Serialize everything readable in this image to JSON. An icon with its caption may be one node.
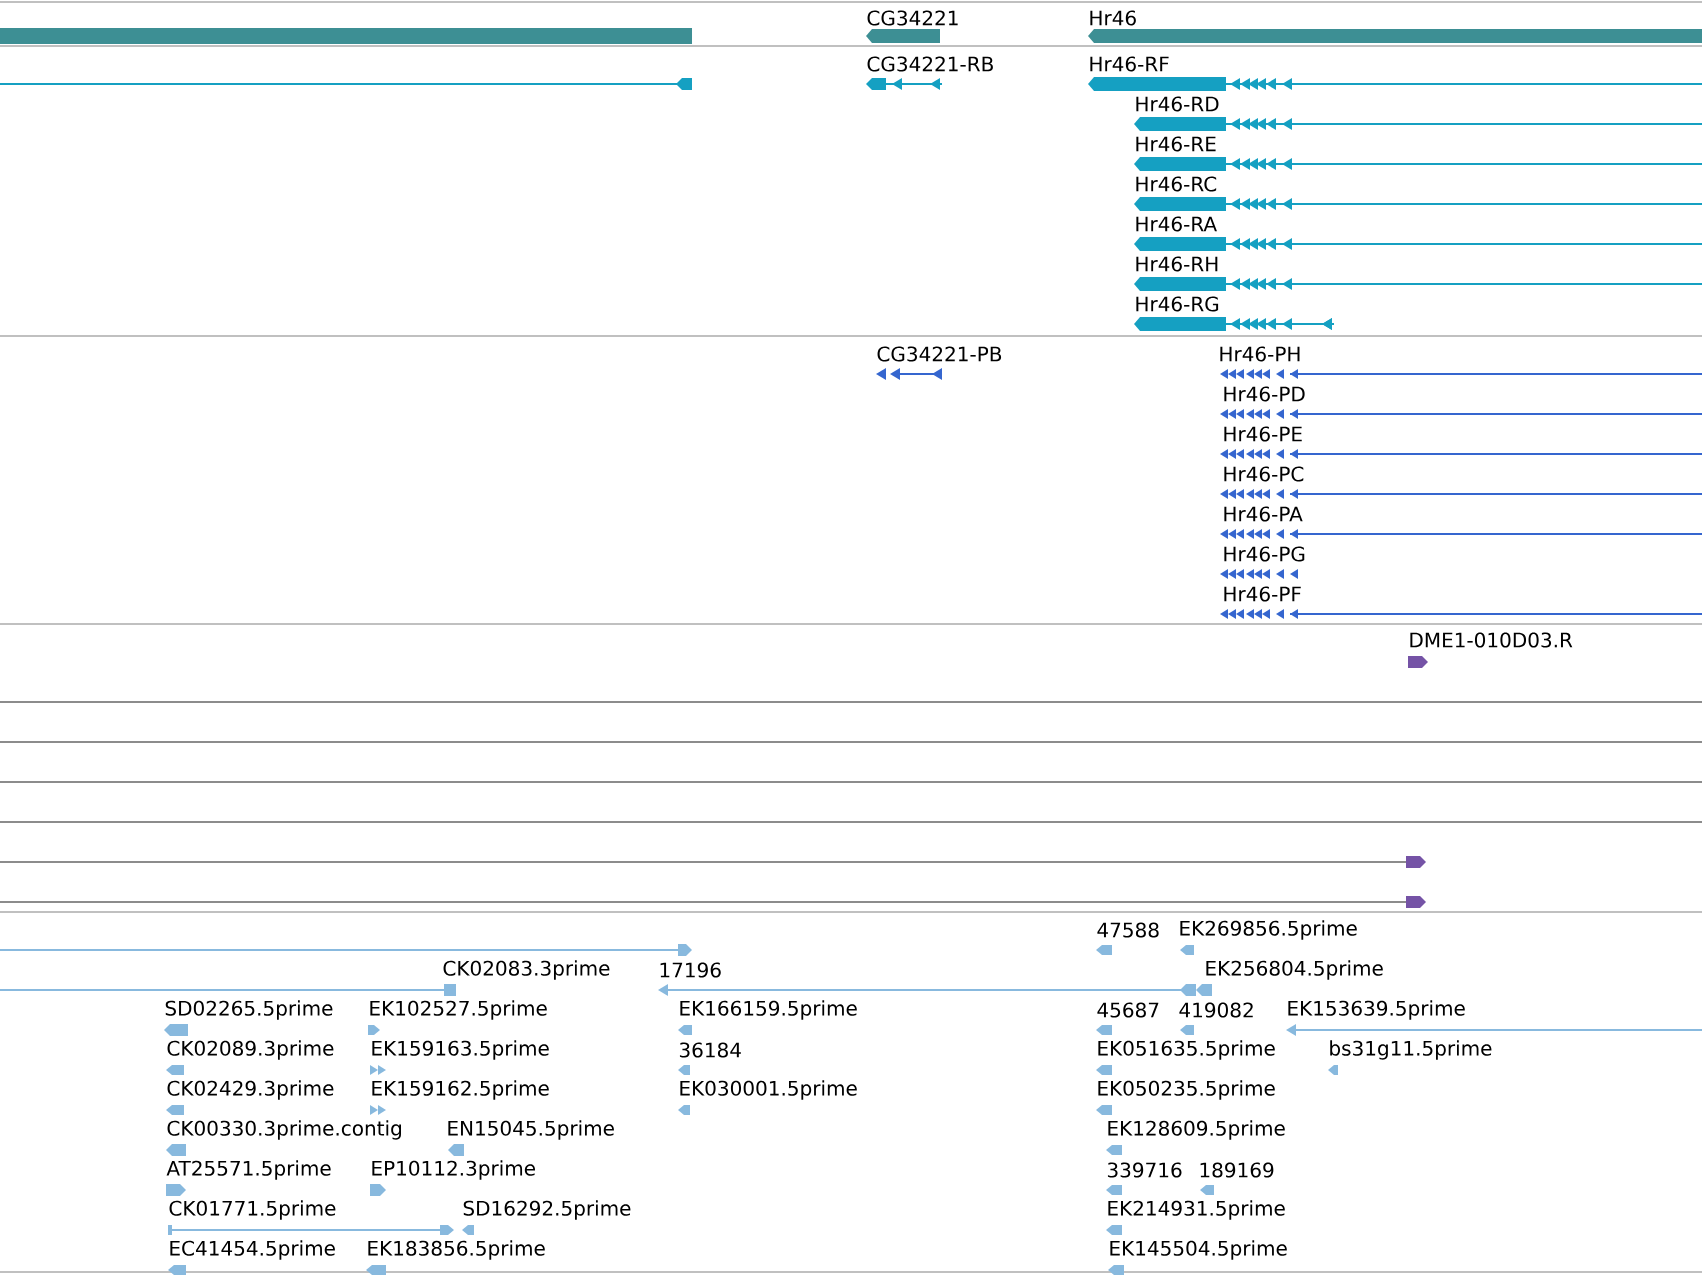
{
  "diagram": {
    "labels": [
      "CG34221",
      "Hr46",
      "CG34221-RB",
      "Hr46-RF",
      "Hr46-RD",
      "Hr46-RE",
      "Hr46-RC",
      "Hr46-RA",
      "Hr46-RH",
      "Hr46-RG",
      "CG34221-PB",
      "Hr46-PH",
      "Hr46-PD",
      "Hr46-PE",
      "Hr46-PC",
      "Hr46-PA",
      "Hr46-PG",
      "Hr46-PF",
      "DME1-010D03.R",
      "47588",
      "EK269856.5prime",
      "CK02083.3prime",
      "17196",
      "EK256804.5prime",
      "SD02265.5prime",
      "EK102527.5prime",
      "EK166159.5prime",
      "45687",
      "419082",
      "EK153639.5prime",
      "CK02089.3prime",
      "EK159163.5prime",
      "36184",
      "EK051635.5prime",
      "bs31g11.5prime",
      "CK02429.3prime",
      "EK159162.5prime",
      "EK030001.5prime",
      "EK050235.5prime",
      "CK00330.3prime.contig",
      "EN15045.5prime",
      "EK128609.5prime",
      "AT25571.5prime",
      "EP10112.3prime",
      "339716",
      "189169",
      "CK01771.5prime",
      "SD16292.5prime",
      "EK214931.5prime",
      "EC41454.5prime",
      "EK183856.5prime",
      "EK145504.5prime"
    ]
  }
}
